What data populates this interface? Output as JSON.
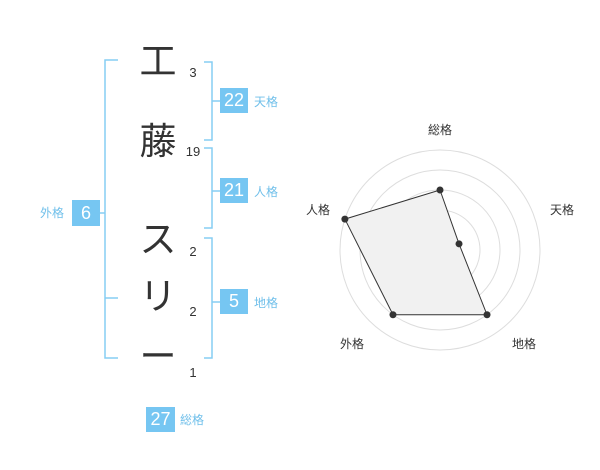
{
  "name": {
    "characters": [
      {
        "char": "工",
        "strokes": "3"
      },
      {
        "char": "藤",
        "strokes": "19"
      },
      {
        "char": "ス",
        "strokes": "2"
      },
      {
        "char": "リ",
        "strokes": "2"
      },
      {
        "char": "ー",
        "strokes": "1"
      }
    ]
  },
  "fortunes": {
    "tenkaku": {
      "label": "天格",
      "value": "22"
    },
    "jinkaku": {
      "label": "人格",
      "value": "21"
    },
    "chikaku": {
      "label": "地格",
      "value": "5"
    },
    "gaikaku": {
      "label": "外格",
      "value": "6"
    },
    "soukaku": {
      "label": "総格",
      "value": "27"
    }
  },
  "colors": {
    "accent": "#76c6f2",
    "label": "#6fbfea",
    "line": "#86cdf3",
    "radar_stroke": "#333333",
    "radar_fill": "#f1f1f1",
    "ring": "#dddddd",
    "center_dot": "#cccccc"
  },
  "chart_data": {
    "type": "radar",
    "axes": [
      "総格",
      "天格",
      "地格",
      "外格",
      "人格"
    ],
    "values": [
      3,
      1,
      4,
      4,
      5
    ],
    "rlim": [
      0,
      5
    ],
    "rings": 5,
    "grid": true,
    "legend": "none"
  }
}
